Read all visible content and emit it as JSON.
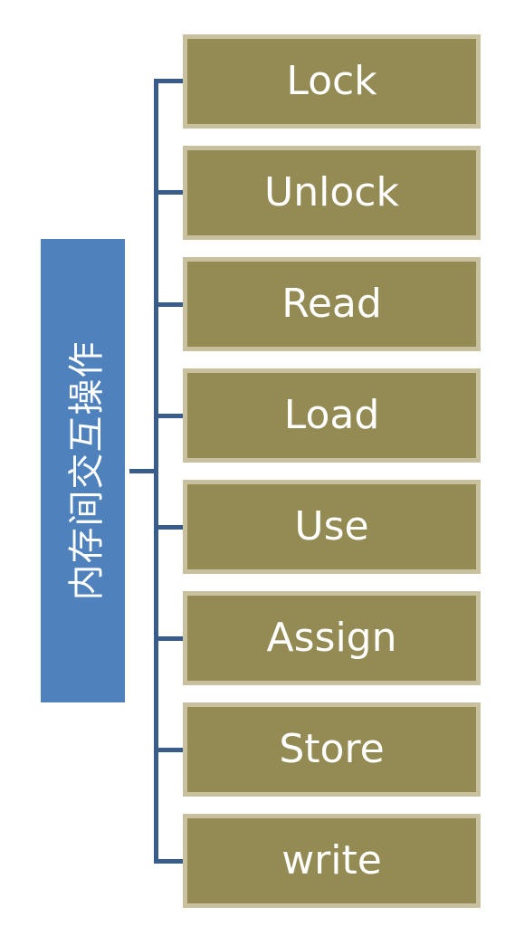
{
  "root": {
    "label": "内存间交互操作"
  },
  "items": [
    {
      "label": "Lock"
    },
    {
      "label": "Unlock"
    },
    {
      "label": "Read"
    },
    {
      "label": "Load"
    },
    {
      "label": "Use"
    },
    {
      "label": "Assign"
    },
    {
      "label": "Store"
    },
    {
      "label": "write"
    }
  ],
  "colors": {
    "root_fill": "#4f81bd",
    "child_fill": "#948a54",
    "child_border": "#c9c0a0",
    "connector": "#385d8a",
    "text": "#ffffff"
  }
}
